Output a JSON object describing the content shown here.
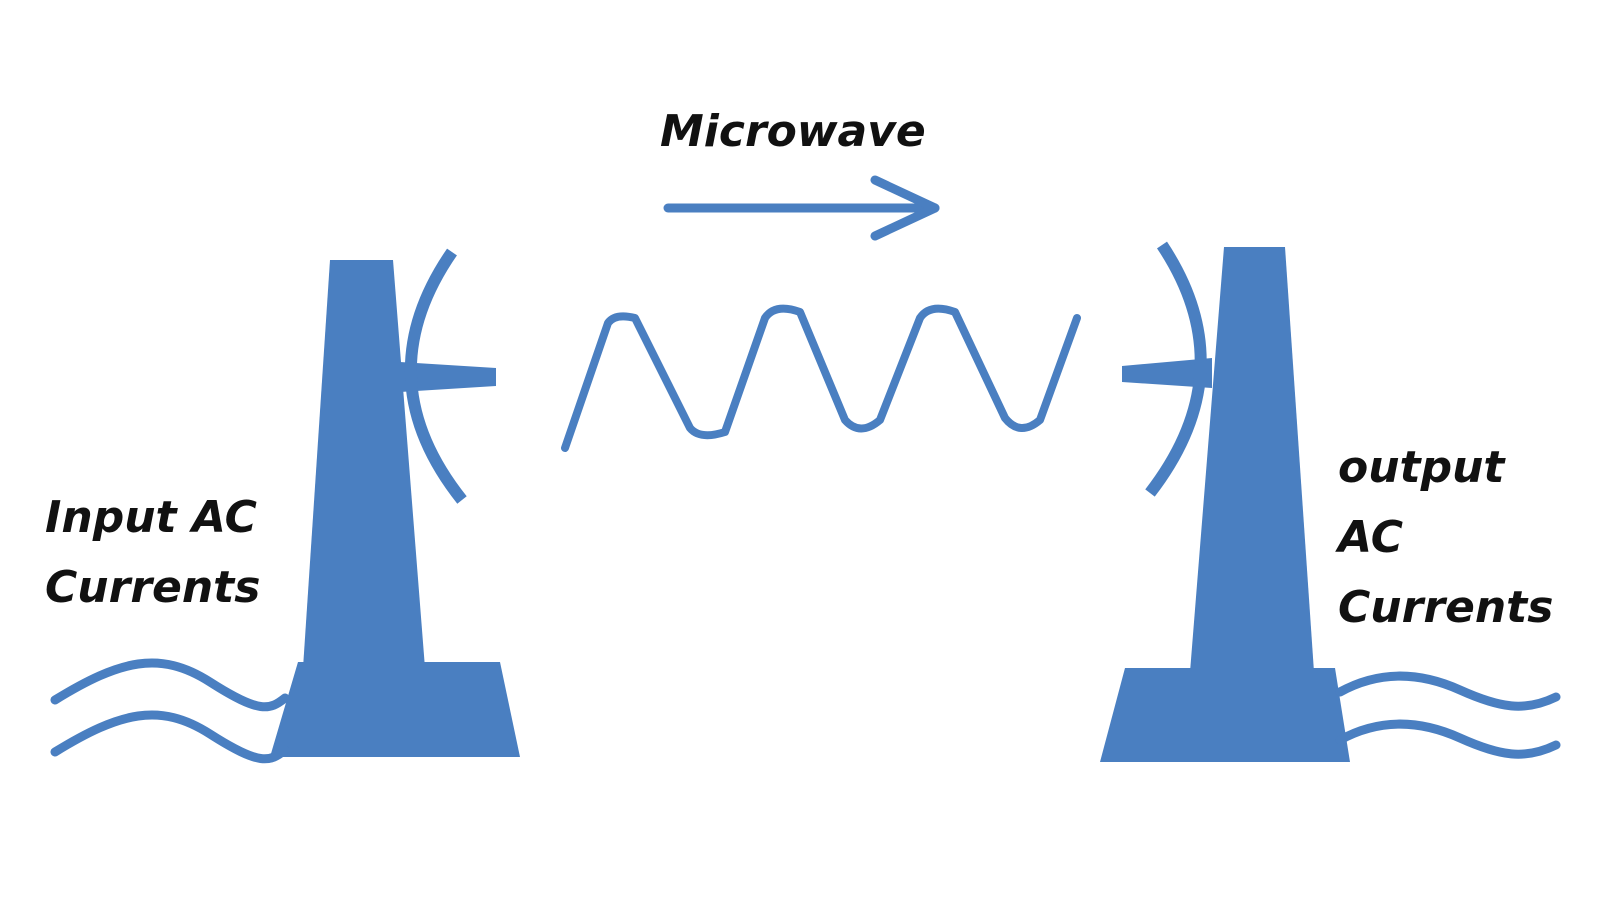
{
  "labels": {
    "microwave": "Microwave",
    "input": [
      "Input AC",
      "Currents"
    ],
    "output": [
      "output",
      "AC",
      "Currents"
    ]
  },
  "colors": {
    "accent": "#4a7fc1",
    "text": "#111111",
    "background": "#ffffff"
  },
  "icons": {
    "direction": "right-arrow",
    "signal": "sine-wave",
    "transmitter": "dish-antenna-tower",
    "receiver": "dish-antenna-tower"
  }
}
